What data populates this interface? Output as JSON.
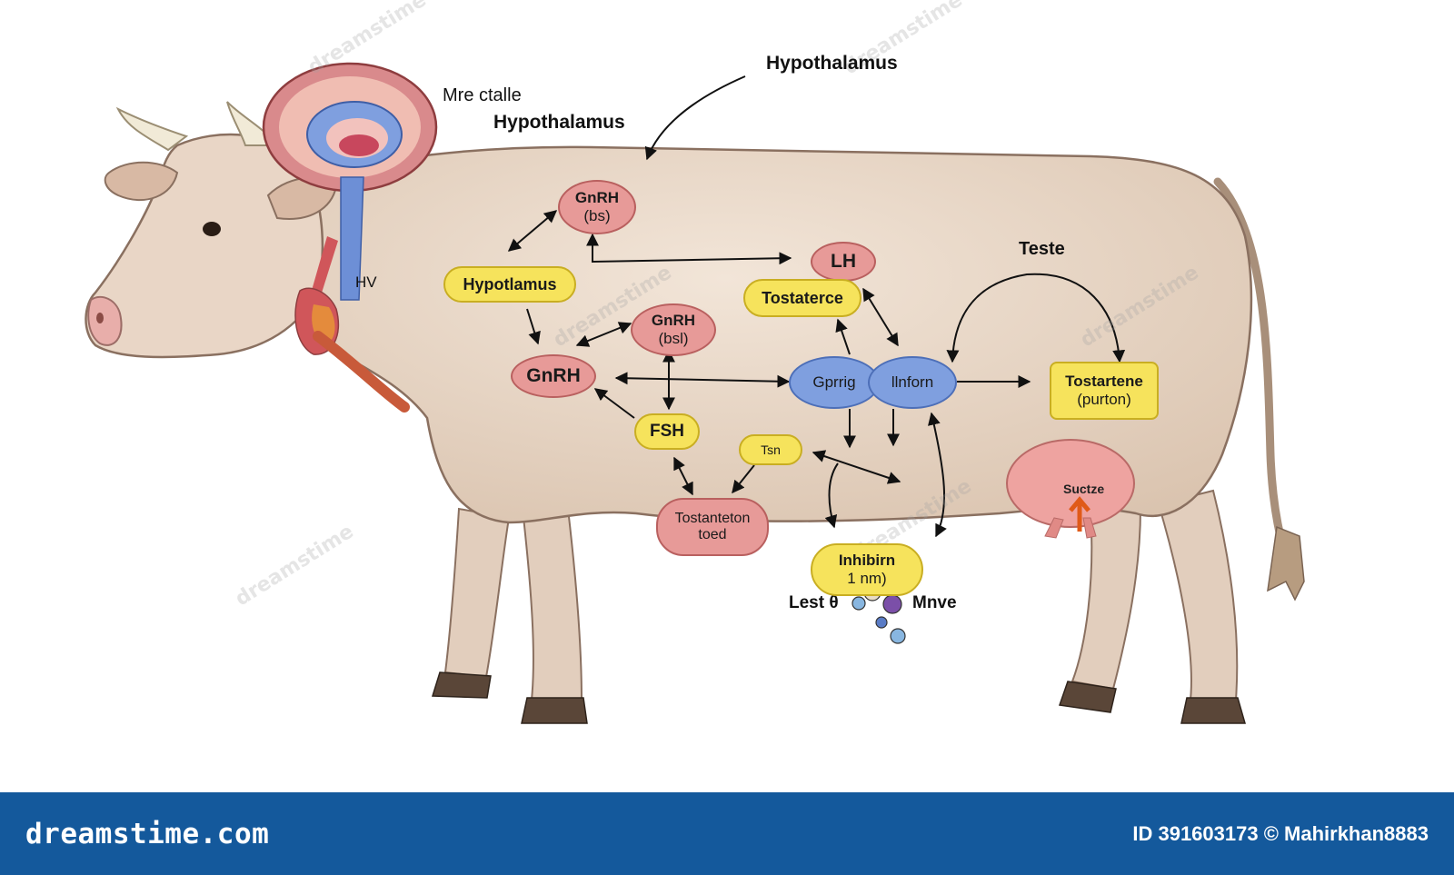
{
  "labels": {
    "top_hypothalamus": "Hypothalamus",
    "mre_ctalle": "Mre ctalle",
    "hypothalamus_brain": "Hypothalamus",
    "hv": "HV",
    "teste": "Teste",
    "lest": "Lest θ",
    "mnve": "Mnve"
  },
  "nodes": {
    "gnrh_bs": [
      "GnRH",
      "(bs)"
    ],
    "lh": "LH",
    "hypotlamus": "Hypotlamus",
    "tostaterce": "Tostaterce",
    "gnrh_bsl": [
      "GnRH",
      "(bsl)"
    ],
    "gnrh": "GnRH",
    "gprrig": "Gprrig",
    "llnforn": "llnforn",
    "tostartene": [
      "Tostartene",
      "(purton)"
    ],
    "fsh": "FSH",
    "tsn": "Tsn",
    "tostanteton": [
      "Tostanteton",
      "toed"
    ],
    "inhibirn": [
      "Inhibirn",
      "1 nm)"
    ],
    "suctze": "Suctze"
  },
  "footer": {
    "brand": "dreamstime.com",
    "credit": "ID 391603173 © Mahirkhan8883"
  },
  "watermark": "dreamstime",
  "colors": {
    "pink_node": "#e79a98",
    "yellow_node": "#f6e35c",
    "blue_node": "#7f9fdf",
    "footer_bg": "#14599c",
    "cow_body": "#ead9cb"
  }
}
